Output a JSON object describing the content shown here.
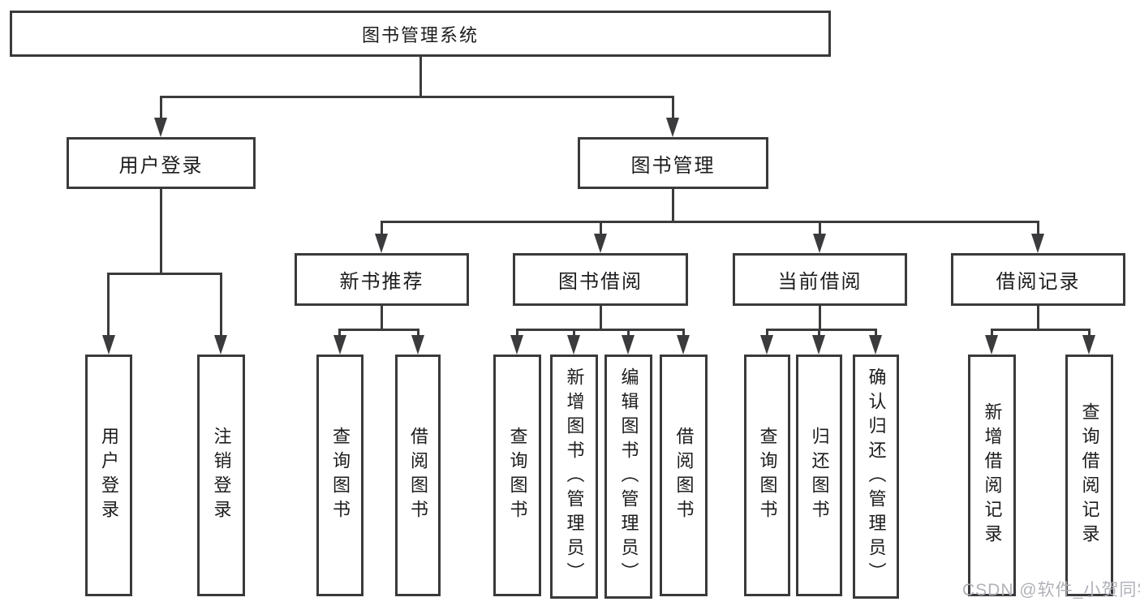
{
  "diagram": {
    "type": "hierarchy-tree",
    "colors": {
      "line": "#3b3b3d",
      "box_border": "#3a3a3c",
      "text": "#1c1c1e",
      "background": "#ffffff",
      "watermark": "#acaeb4"
    },
    "tree": {
      "root": {
        "label": "图书管理系统",
        "children": [
          {
            "label": "用户登录",
            "children": [
              {
                "label": "用户登录"
              },
              {
                "label": "注销登录"
              }
            ]
          },
          {
            "label": "图书管理",
            "children": [
              {
                "label": "新书推荐",
                "children": [
                  {
                    "label": "查询图书"
                  },
                  {
                    "label": "借阅图书"
                  }
                ]
              },
              {
                "label": "图书借阅",
                "children": [
                  {
                    "label": "查询图书"
                  },
                  {
                    "label": "新增图书（管理员）"
                  },
                  {
                    "label": "编辑图书（管理员）"
                  },
                  {
                    "label": "借阅图书"
                  }
                ]
              },
              {
                "label": "当前借阅",
                "children": [
                  {
                    "label": "查询图书"
                  },
                  {
                    "label": "归还图书"
                  },
                  {
                    "label": "确认归还（管理员）"
                  }
                ]
              },
              {
                "label": "借阅记录",
                "children": [
                  {
                    "label": "新增借阅记录"
                  },
                  {
                    "label": "查询借阅记录"
                  }
                ]
              }
            ]
          }
        ]
      }
    },
    "watermark": {
      "text": "CSDN @软件_小贺同学"
    }
  }
}
